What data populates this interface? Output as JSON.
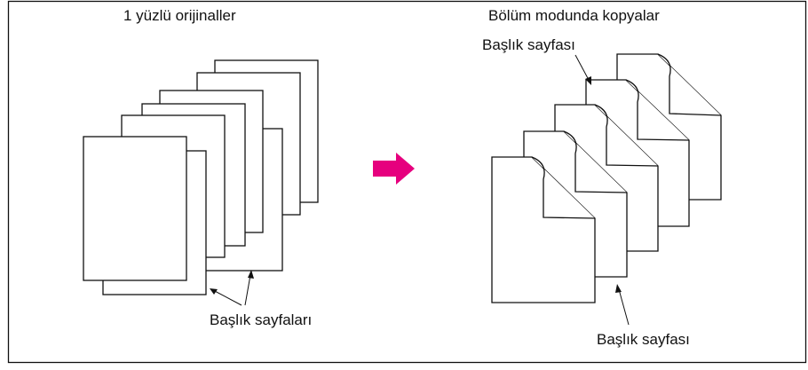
{
  "diagram": {
    "left_title": "1 yüzlü orijinaller",
    "right_title": "Bölüm modunda kopyalar",
    "label_title_pages": "Başlık sayfaları",
    "label_title_page_top": "Başlık sayfası",
    "label_title_page_bottom": "Başlık sayfası",
    "arrow_color": "#E6007E",
    "line_color": "#111111"
  }
}
